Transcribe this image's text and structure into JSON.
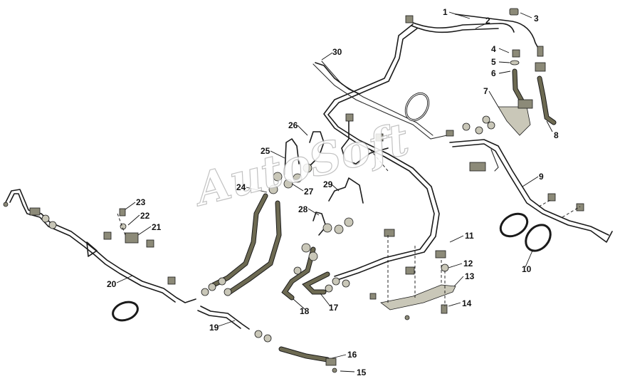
{
  "watermark": "AutoSoft",
  "callouts": [
    "1",
    "2",
    "3",
    "4",
    "5",
    "6",
    "7",
    "8",
    "9",
    "10",
    "11",
    "12",
    "13",
    "14",
    "15",
    "16",
    "17",
    "18",
    "19",
    "20",
    "21",
    "22",
    "23",
    "24",
    "25",
    "26",
    "27",
    "28",
    "29",
    "30"
  ],
  "colors": {
    "line": "#1a1a1a",
    "hose": "#6d6a52",
    "part": "#8c8a78",
    "background": "#ffffff",
    "watermark_outline": "#b8b8b8"
  }
}
